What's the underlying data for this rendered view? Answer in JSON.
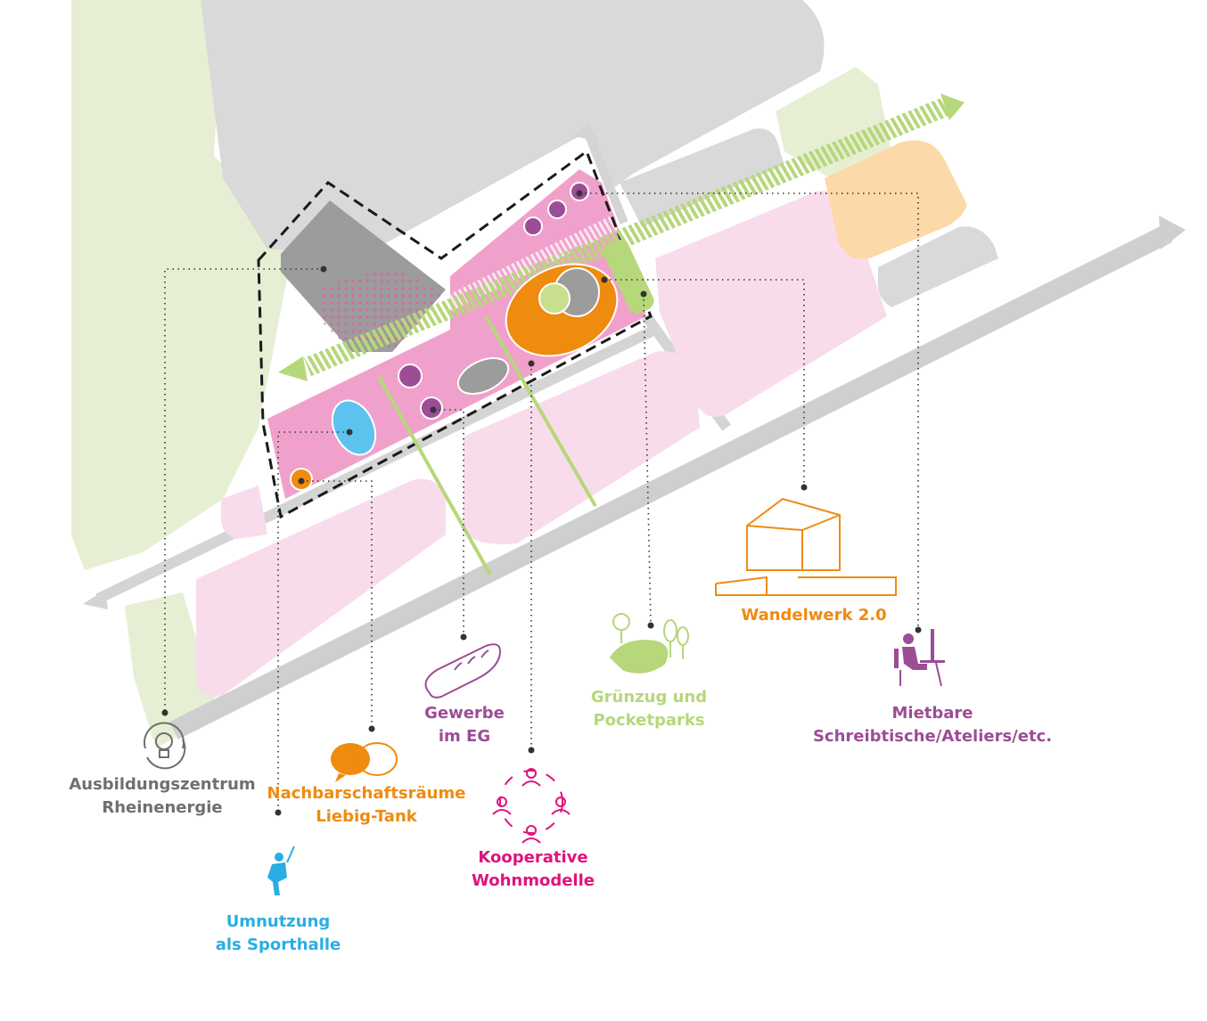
{
  "colors": {
    "green_area": "#e6efd3",
    "green_accent": "#b6d77a",
    "grey_area": "#d9d9d9",
    "road": "#cfcfcf",
    "pink_light": "#f9dceb",
    "pink": "#f0a1cb",
    "pink_stripe": "#e75aa6",
    "orange": "#ef8b0f",
    "orange_light": "#fdd8a8",
    "purple": "#9b4d96",
    "magenta": "#e0127c",
    "blue": "#28aee4",
    "dark_grey": "#9c9c9c",
    "label_grey": "#6f6f6f"
  },
  "labels": {
    "ausbildung": {
      "line1": "Ausbildungszentrum",
      "line2": "Rheinenergie",
      "icon": "lightbulb-cycle-icon"
    },
    "sporthalle": {
      "line1": "Umnutzung",
      "line2": "als Sporthalle",
      "icon": "climber-icon"
    },
    "nachbarschaft": {
      "line1": "Nachbarschaftsräume",
      "line2": "Liebig-Tank",
      "icon": "speech-bubbles-icon"
    },
    "gewerbe": {
      "line1": "Gewerbe",
      "line2": "im EG",
      "icon": "bread-icon"
    },
    "kooperative": {
      "line1": "Kooperative",
      "line2": "Wohnmodelle",
      "icon": "people-circle-icon"
    },
    "gruenzug": {
      "line1": "Grünzug und",
      "line2": "Pocketparks",
      "icon": "park-trees-icon"
    },
    "wandelwerk": {
      "line1": "Wandelwerk 2.0",
      "icon": "building-icon"
    },
    "mietbare": {
      "line1": "Mietbare",
      "line2": "Schreibtische/Ateliers/etc.",
      "icon": "desk-worker-icon"
    }
  }
}
